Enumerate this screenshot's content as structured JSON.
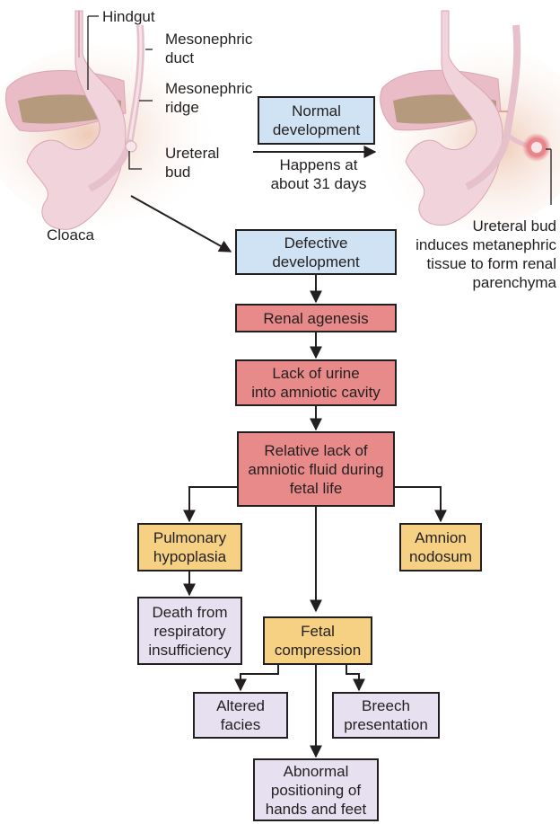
{
  "anatomy_labels": {
    "hindgut": "Hindgut",
    "mesonephric_duct": "Mesonephric\nduct",
    "mesonephric_ridge": "Mesonephric\nridge",
    "ureteral_bud": "Ureteral\nbud",
    "cloaca": "Cloaca",
    "happens_at": "Happens at\nabout 31 days",
    "ureteral_bud_induces": "Ureteral bud\ninduces metanephric\ntissue to form renal\nparenchyma"
  },
  "boxes": {
    "normal_development": "Normal\ndevelopment",
    "defective_development": "Defective\ndevelopment",
    "renal_agenesis": "Renal agenesis",
    "lack_of_urine": "Lack of urine\ninto amniotic cavity",
    "relative_lack": "Relative lack of\namniotic fluid during\nfetal life",
    "pulmonary_hypoplasia": "Pulmonary\nhypoplasia",
    "amnion_nodosum": "Amnion\nnodosum",
    "death_respiratory": "Death from\nrespiratory\ninsufficiency",
    "fetal_compression": "Fetal\ncompression",
    "altered_facies": "Altered\nfacies",
    "breech_presentation": "Breech\npresentation",
    "abnormal_positioning": "Abnormal\npositioning of\nhands and feet"
  },
  "colors": {
    "blue_box": "#cfe3f5",
    "red_box": "#e98a8a",
    "yellow_box": "#f6d184",
    "purple_box": "#e7e0f1",
    "tissue_pink": "#f1d3dc",
    "tissue_brown": "#b59a7e"
  }
}
